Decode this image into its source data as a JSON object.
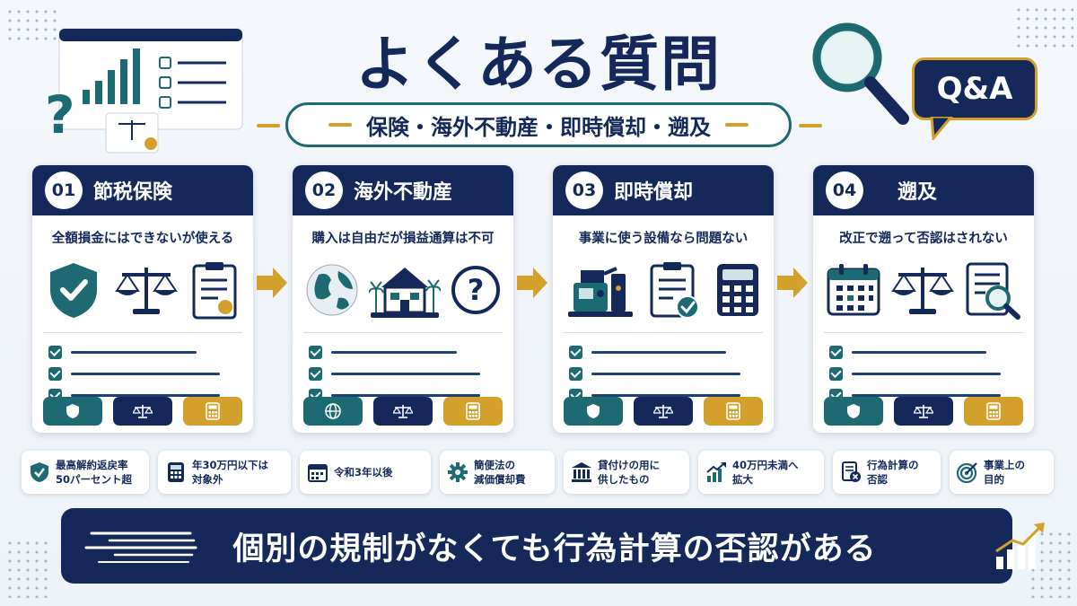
{
  "header": {
    "title": "よくある質問",
    "subtitle": "保険・海外不動産・即時償却・遡及",
    "qa_badge": "Q&A"
  },
  "cards": [
    {
      "number": "01",
      "title": "節税保険",
      "description": "全額損金にはできないが使える",
      "icons": [
        "shield-check-icon",
        "scales-icon",
        "certificate-document-icon"
      ]
    },
    {
      "number": "02",
      "title": "海外不動産",
      "description": "購入は自由だが損益通算は不可",
      "icons": [
        "globe-icon",
        "house-with-palms-icon",
        "question-circle-icon"
      ]
    },
    {
      "number": "03",
      "title": "即時償却",
      "description": "事業に使う設備なら問題ない",
      "icons": [
        "machine-equipment-icon",
        "checklist-document-icon",
        "calculator-icon"
      ]
    },
    {
      "number": "04",
      "title": "遡及",
      "description": "改正で遡って否認はされない",
      "icons": [
        "calendar-icon",
        "scales-icon",
        "document-magnifier-icon"
      ]
    }
  ],
  "tags": [
    {
      "icon": "shield-check-icon",
      "lines": [
        "最高解約返戻率",
        "50パーセント超"
      ]
    },
    {
      "icon": "calculator-icon",
      "lines": [
        "年30万円以下は",
        "対象外"
      ]
    },
    {
      "icon": "calendar-icon",
      "lines": [
        "令和3年以後"
      ]
    },
    {
      "icon": "gear-icon",
      "lines": [
        "簡便法の",
        "減価償却費"
      ]
    },
    {
      "icon": "bank-building-icon",
      "lines": [
        "貸付けの用に",
        "供したもの"
      ]
    },
    {
      "icon": "growth-chart-icon",
      "lines": [
        "40万円未満へ",
        "拡大"
      ]
    },
    {
      "icon": "document-cancel-icon",
      "lines": [
        "行為計算の",
        "否認"
      ]
    },
    {
      "icon": "target-icon",
      "lines": [
        "事業上の",
        "目的"
      ]
    }
  ],
  "banner": {
    "text": "個別の規制がなくても行為計算の否認がある"
  },
  "colors": {
    "navy": "#14285a",
    "teal": "#1d6a72",
    "gold": "#d4a02c",
    "background": "#f4f7fb"
  }
}
